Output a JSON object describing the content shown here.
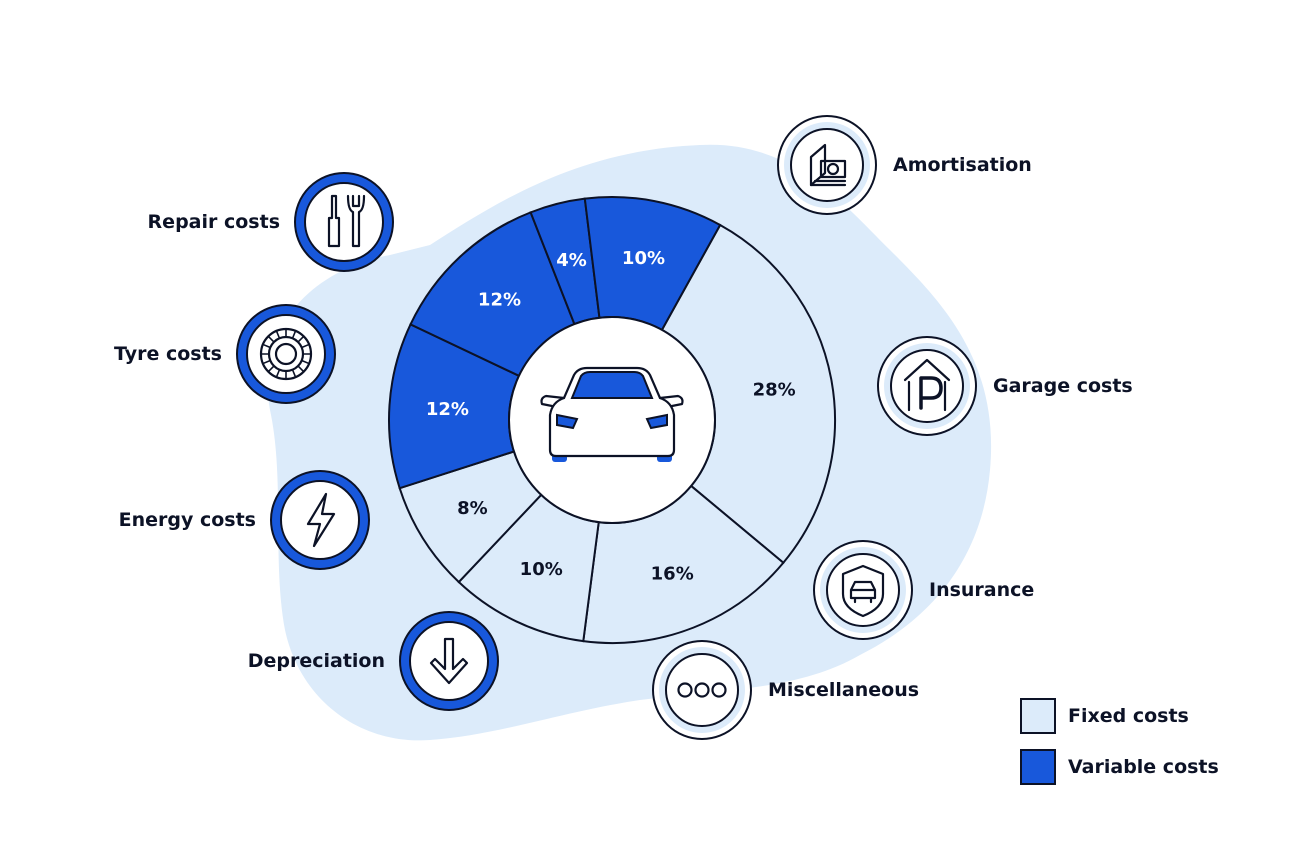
{
  "chart_data": {
    "type": "pie",
    "style": "donut",
    "colors": {
      "fixed_fill": "#dcebfa",
      "variable_fill": "#1858db",
      "outline": "#0c1226",
      "blob": "#dcebfa",
      "fixed_badge_ring": "#0c1226",
      "variable_badge_ring": "#1858db"
    },
    "slices": [
      {
        "label": "28%",
        "value": 28,
        "group": "fixed"
      },
      {
        "label": "16%",
        "value": 16,
        "group": "fixed"
      },
      {
        "label": "10%",
        "value": 10,
        "group": "fixed"
      },
      {
        "label": "8%",
        "value": 8,
        "group": "fixed"
      },
      {
        "label": "12%",
        "value": 12,
        "group": "variable"
      },
      {
        "label": "12%",
        "value": 12,
        "group": "variable"
      },
      {
        "label": "4%",
        "value": 4,
        "group": "variable"
      },
      {
        "label": "10%",
        "value": 10,
        "group": "variable"
      }
    ],
    "categories": [
      {
        "name": "Amortisation",
        "group": "fixed",
        "icon": "amortisation-icon"
      },
      {
        "name": "Garage costs",
        "group": "fixed",
        "icon": "parking-garage-icon"
      },
      {
        "name": "Insurance",
        "group": "fixed",
        "icon": "insurance-shield-car-icon"
      },
      {
        "name": "Miscellaneous",
        "group": "fixed",
        "icon": "ellipsis-icon"
      },
      {
        "name": "Depreciation",
        "group": "variable",
        "icon": "arrow-down-icon"
      },
      {
        "name": "Energy costs",
        "group": "variable",
        "icon": "lightning-icon"
      },
      {
        "name": "Tyre costs",
        "group": "variable",
        "icon": "tyre-icon"
      },
      {
        "name": "Repair costs",
        "group": "variable",
        "icon": "tools-icon"
      }
    ],
    "center_icon": "car-icon",
    "legend": [
      {
        "label": "Fixed costs",
        "group": "fixed"
      },
      {
        "label": "Variable costs",
        "group": "variable"
      }
    ],
    "legend_position": "bottom-right"
  }
}
